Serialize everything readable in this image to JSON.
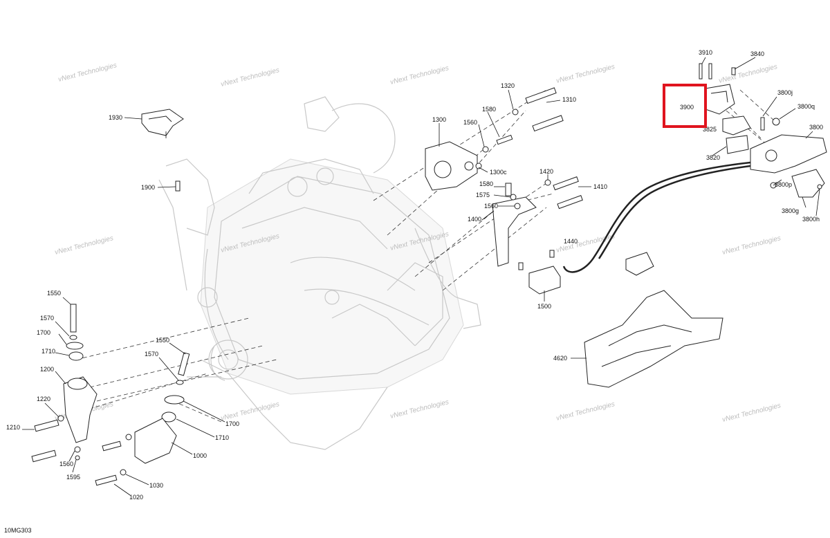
{
  "diagram": {
    "code": "10MG303",
    "highlighted_part": "3900",
    "watermark_text": "vNext Technologies",
    "callouts": {
      "c1930": "1930",
      "c1900": "1900",
      "c1300": "1300",
      "c1320": "1320",
      "c1310": "1310",
      "c1580a": "1580",
      "c1560a": "1560",
      "c1300c": "1300c",
      "c1420": "1420",
      "c1410": "1410",
      "c1580b": "1580",
      "c1575": "1575",
      "c1560b": "1560",
      "c1400": "1400",
      "c1440": "1440",
      "c1500": "1500",
      "c3910": "3910",
      "c3840": "3840",
      "c3900": "3900",
      "c3800j": "3800j",
      "c3800q": "3800q",
      "c3825": "3825",
      "c3800": "3800",
      "c3820": "3820",
      "c3800p": "3800p",
      "c3800g": "3800g",
      "c3800h": "3800h",
      "c4620": "4620",
      "c1550a": "1550",
      "c1570a": "1570",
      "c1700a": "1700",
      "c1710a": "1710",
      "c1200": "1200",
      "c1220": "1220",
      "c1210": "1210",
      "c1560c": "1560",
      "c1595": "1595",
      "c1550b": "1550",
      "c1570b": "1570",
      "c1700b": "1700",
      "c1710b": "1710",
      "c1000": "1000",
      "c1030": "1030",
      "c1020": "1020"
    }
  }
}
